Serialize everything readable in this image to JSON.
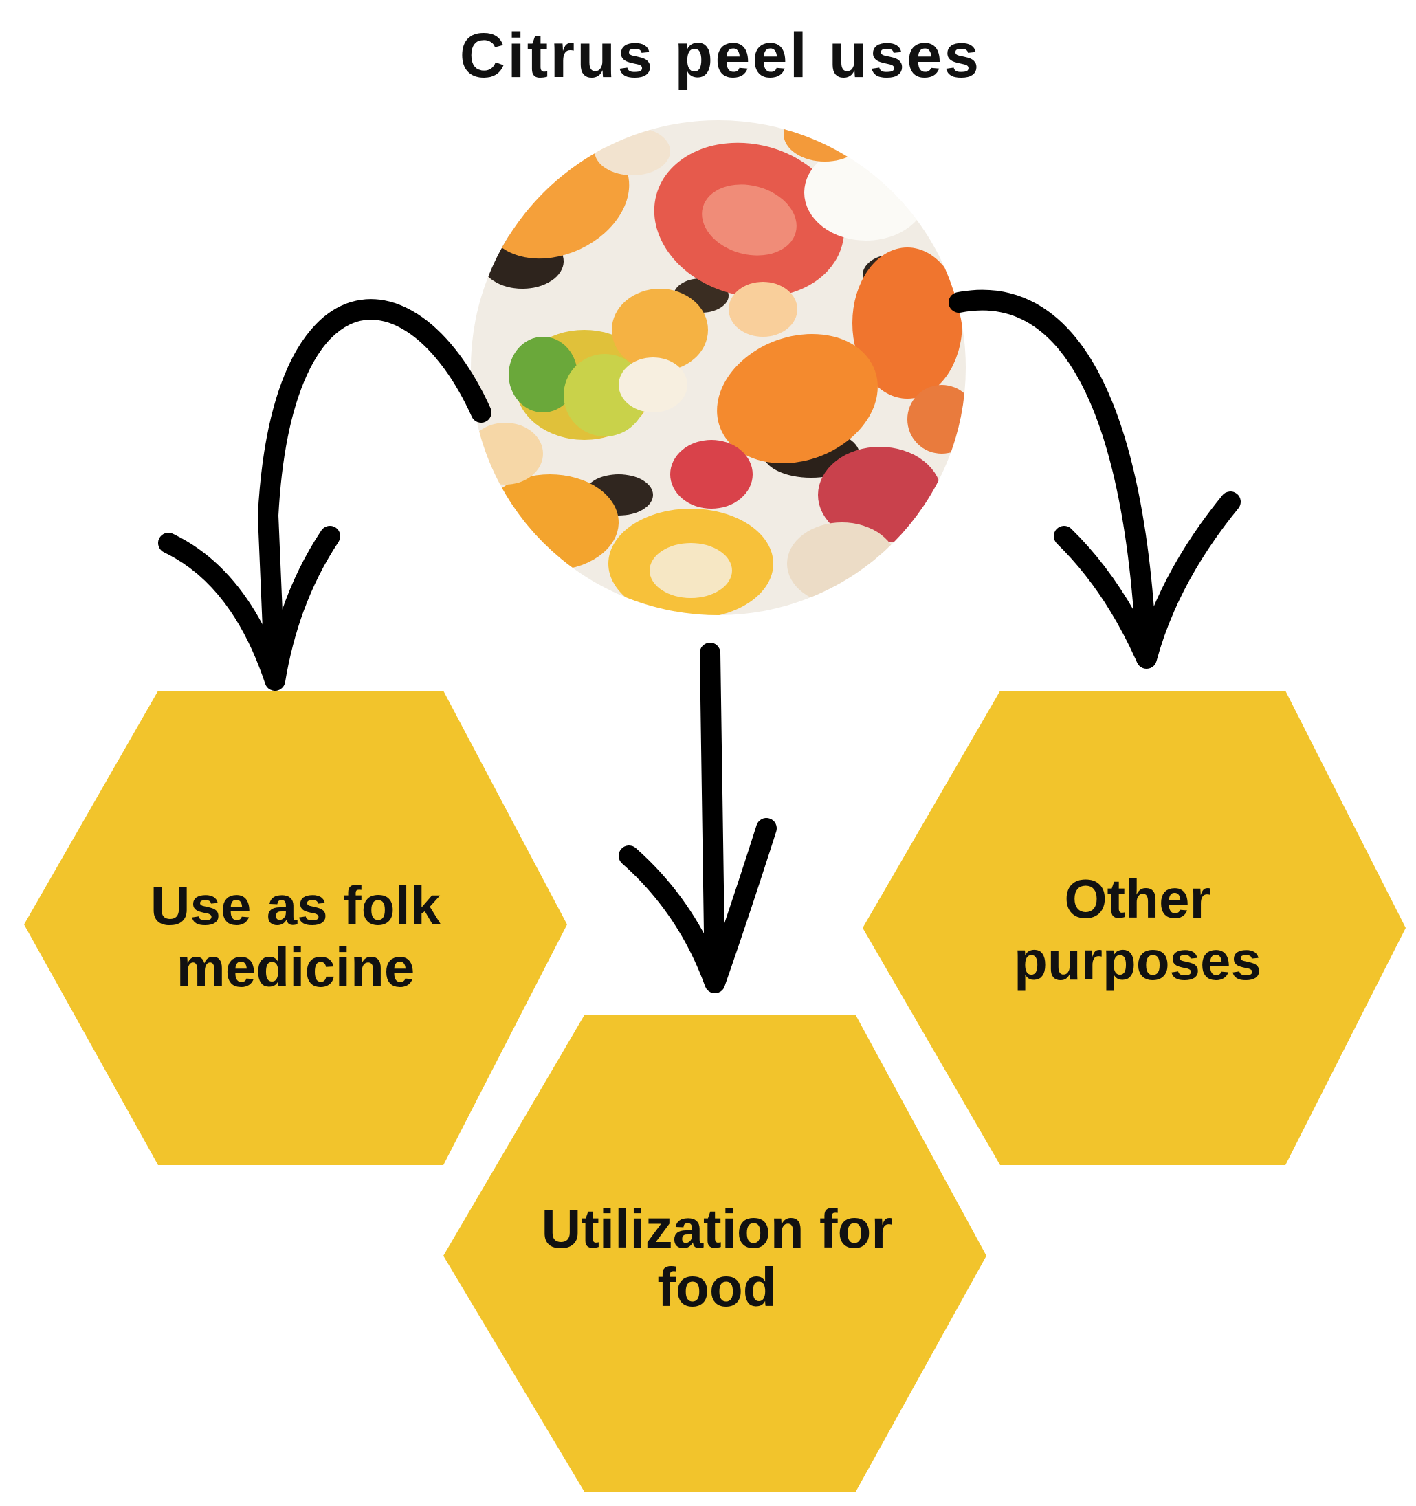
{
  "diagram": {
    "title": "Citrus peel uses",
    "center_image": "citrus-peels-photo",
    "nodes": [
      {
        "id": "folk",
        "line1": "Use as folk",
        "line2": "medicine"
      },
      {
        "id": "food",
        "line1": "Utilization for",
        "line2": "food"
      },
      {
        "id": "other",
        "line1": "Other",
        "line2": "purposes"
      }
    ]
  },
  "colors": {
    "hexagon_fill": "#F2C42C",
    "arrow": "#000000",
    "text": "#111111"
  }
}
